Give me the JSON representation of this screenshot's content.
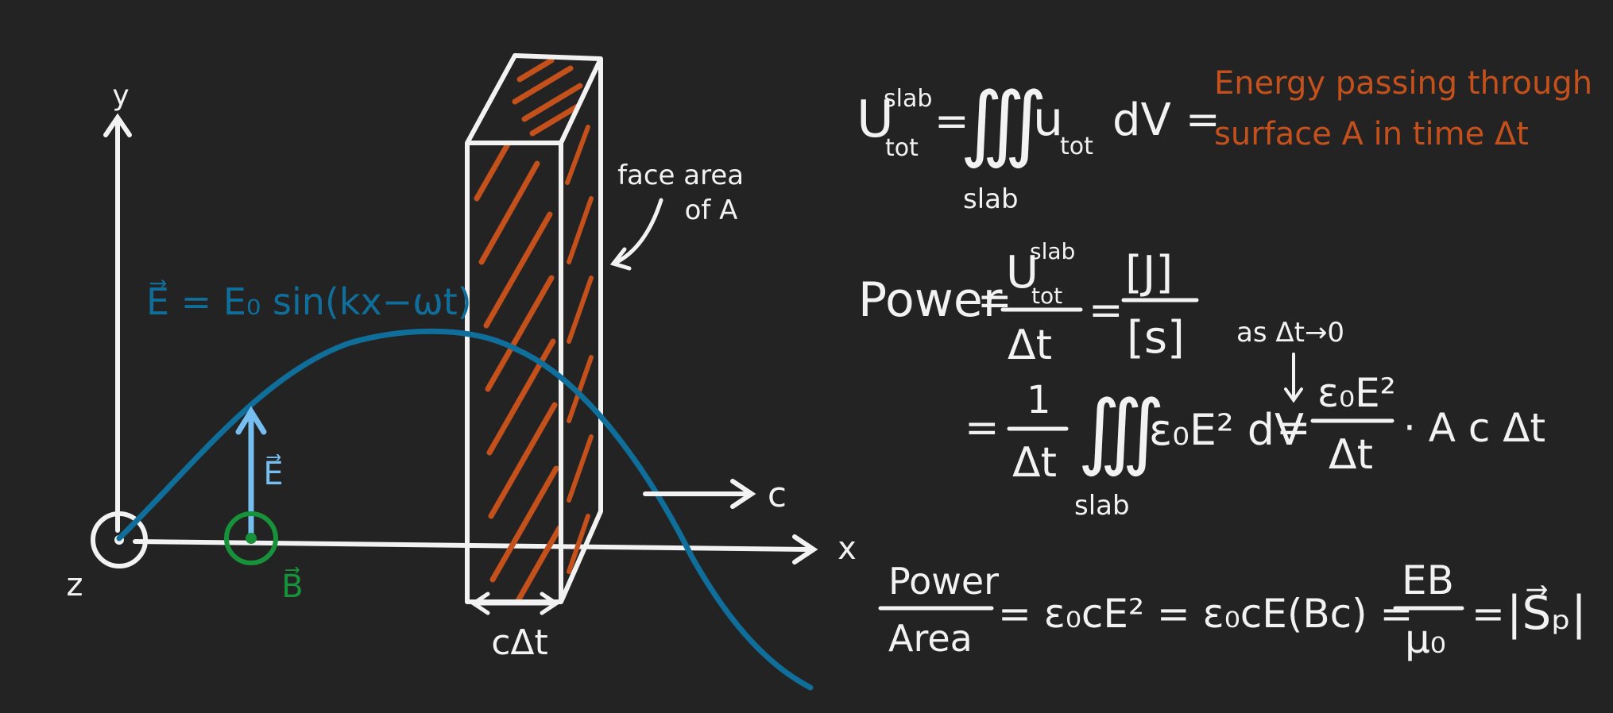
{
  "colors": {
    "background": "#232323",
    "chalk": "#f2f2f2",
    "wave": "#0f6e9a",
    "e_vector": "#76bdf0",
    "b_field": "#17913a",
    "slab_hatch": "#c4501c",
    "note": "#c4501c"
  },
  "diagram": {
    "axis_y": "y",
    "axis_x": "x",
    "axis_z": "z",
    "wave_label": "E⃗ = E₀ sin(kx−ωt)",
    "e_vec_label": "E⃗",
    "b_vec_label": "B⃗",
    "face_label_1": "face area",
    "face_label_2": "of A",
    "speed_label": "c",
    "thickness_label": "cΔt"
  },
  "equations": {
    "u": {
      "lhs_main": "U",
      "lhs_sup": "slab",
      "lhs_sub": "tot",
      "eq1": "=",
      "integral": "∭",
      "lower": "slab",
      "integrand": "u",
      "integrand_sub": "tot",
      "dv": "dV",
      "eq2": "=",
      "note_1": "Energy passing through",
      "note_2": "surface A in time Δt"
    },
    "power": {
      "lhs": "Power",
      "eq1": "=",
      "num_main": "U",
      "num_sup": "slab",
      "num_sub": "tot",
      "den": "Δt",
      "eq2": "=",
      "units_num": "[J]",
      "units_den": "[s]"
    },
    "limit": {
      "eq": "=",
      "frac_num": "1",
      "frac_den": "Δt",
      "integral": "∭",
      "lower": "slab",
      "integrand": "ε₀E² dV",
      "limit_note": "as Δt→0",
      "eq_mid": "=",
      "num": "ε₀E²",
      "den": "Δt",
      "tail": "· A c Δt"
    },
    "poynting": {
      "num": "Power",
      "den": "Area",
      "expr": "= ε₀cE² = ε₀cE(Bc) =",
      "frac_num": "EB",
      "frac_den": "μ₀",
      "eq_end": "=",
      "magnitude": "|S⃗ₚ|"
    }
  }
}
